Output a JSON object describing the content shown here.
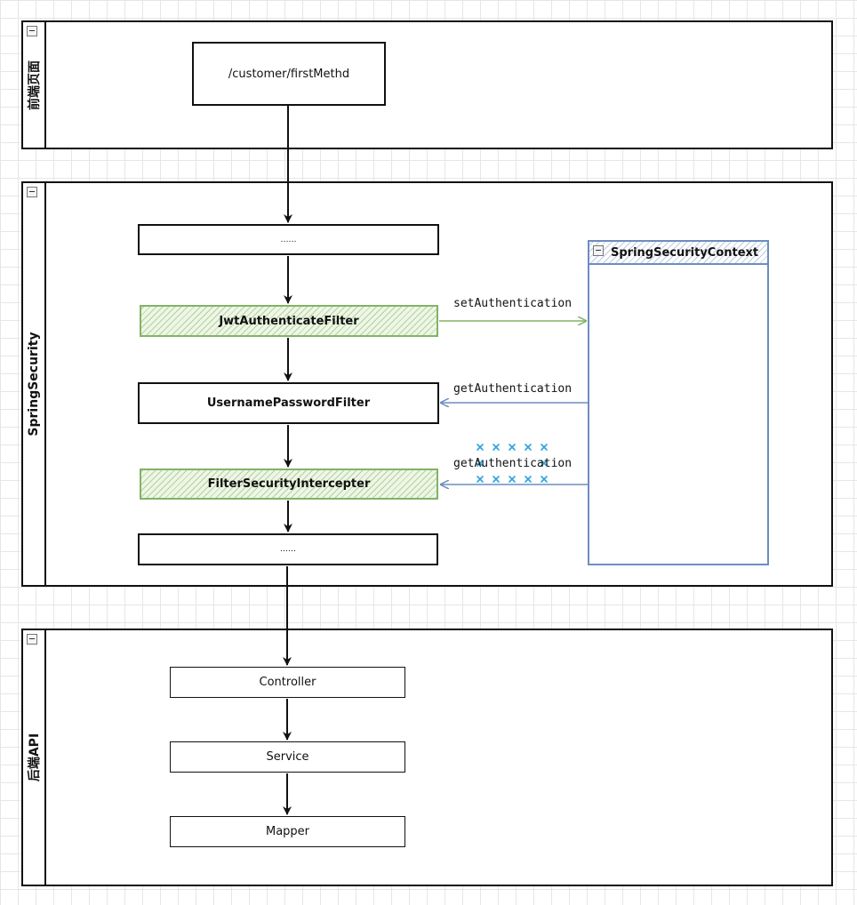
{
  "lanes": {
    "frontend": {
      "title": "前端页面"
    },
    "security": {
      "title": "SpringSecurity"
    },
    "backend": {
      "title": "后端API"
    }
  },
  "nodes": {
    "request": "/customer/firstMethd",
    "filter_top": "……",
    "jwt_filter": "JwtAuthenticateFilter",
    "username_filter": "UsernamePasswordFilter",
    "interceptor": "FilterSecurityIntercepter",
    "filter_bottom": "……",
    "controller": "Controller",
    "service": "Service",
    "mapper": "Mapper"
  },
  "context": {
    "title": "SpringSecurityContext"
  },
  "edges": {
    "set_auth": "setAuthentication",
    "get_auth_1": "getAuthentication",
    "get_auth_2": "getAuthentication"
  },
  "colors": {
    "line": "#111111",
    "green_stroke": "#82b366",
    "blue_stroke": "#6c8ebf",
    "cross_marks": "#29a3e0"
  }
}
